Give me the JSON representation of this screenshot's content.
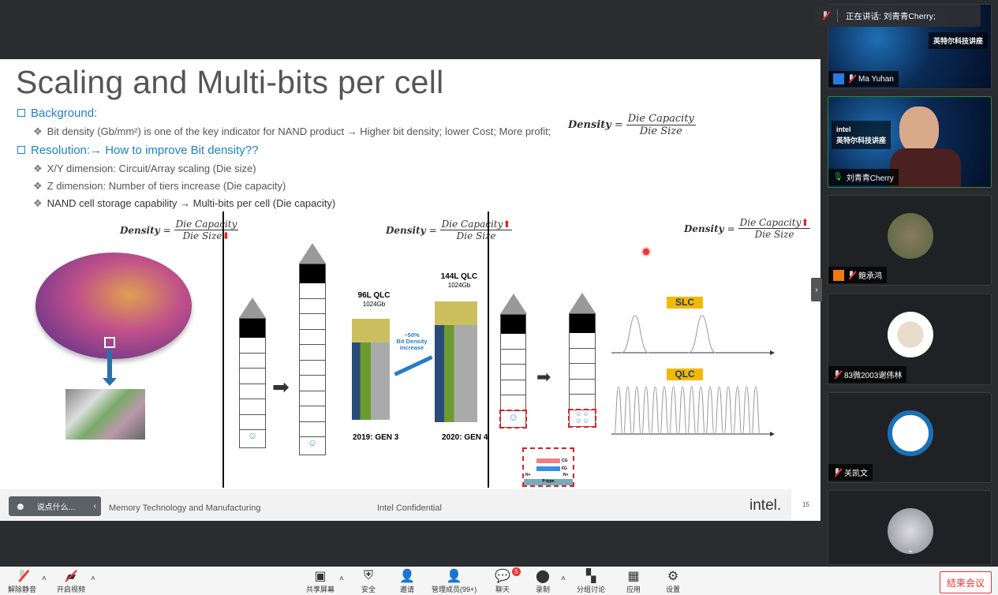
{
  "speaking_banner": {
    "label": "正在讲话: 刘青青Cherry;"
  },
  "slide": {
    "title": "Scaling and Multi-bits per cell",
    "bullets": [
      {
        "label": "Background:",
        "sub": [
          "Bit density (Gb/mm²) is one of the key indicator for NAND product → Higher bit density; lower Cost; More profit;"
        ]
      },
      {
        "label": "Resolution:→ How to improve Bit density??",
        "sub": [
          "X/Y dimension: Circuit/Array scaling (Die size)",
          "Z dimension: Number of tiers increase (Die capacity)",
          "NAND cell storage capability → Multi-bits per cell (Die capacity)"
        ]
      }
    ],
    "formula": {
      "lhs": "Density",
      "eq": "=",
      "num": "Die Capacity",
      "den": "Die Size"
    },
    "col2": {
      "gen3_title": "96L QLC",
      "gen3_cap": "1024Gb",
      "gen3_label": "2019: GEN 3",
      "gen4_title": "144L QLC",
      "gen4_cap": "1024Gb",
      "gen4_label": "2020: GEN 4",
      "increase_l1": "~50%",
      "increase_l2": "Bit Density",
      "increase_l3": "increase"
    },
    "col3": {
      "slc": "SLC",
      "qlc": "QLC",
      "cg": "CG",
      "fg": "FG",
      "nplus": "N+",
      "ptype": "P-type"
    },
    "footer": {
      "left": "Memory Technology and Manufacturing",
      "center": "Intel Confidential",
      "logo": "intel.",
      "page": "15"
    }
  },
  "chat_input": {
    "placeholder": "说点什么..."
  },
  "participants": [
    {
      "name": "Ma Yuhan",
      "banner": "英特尔科技讲座"
    },
    {
      "name": "刘青青Cherry",
      "banner": "英特尔科技讲座",
      "logo": "intel"
    },
    {
      "name": "鲍承鸿"
    },
    {
      "name": "83微2003谢伟林"
    },
    {
      "name": "关凯文"
    }
  ],
  "toolbar": {
    "unmute": "解除静音",
    "video": "开启视频",
    "share": "共享屏幕",
    "security": "安全",
    "invite": "邀请",
    "members": "管理成员(99+)",
    "chat": "聊天",
    "chat_badge": "5",
    "record": "录制",
    "breakout": "分组讨论",
    "apps": "应用",
    "settings": "设置",
    "end": "结束会议"
  },
  "colors": {
    "accent": "#1f7fc4",
    "danger": "#e33333",
    "tag": "#f5b800"
  }
}
